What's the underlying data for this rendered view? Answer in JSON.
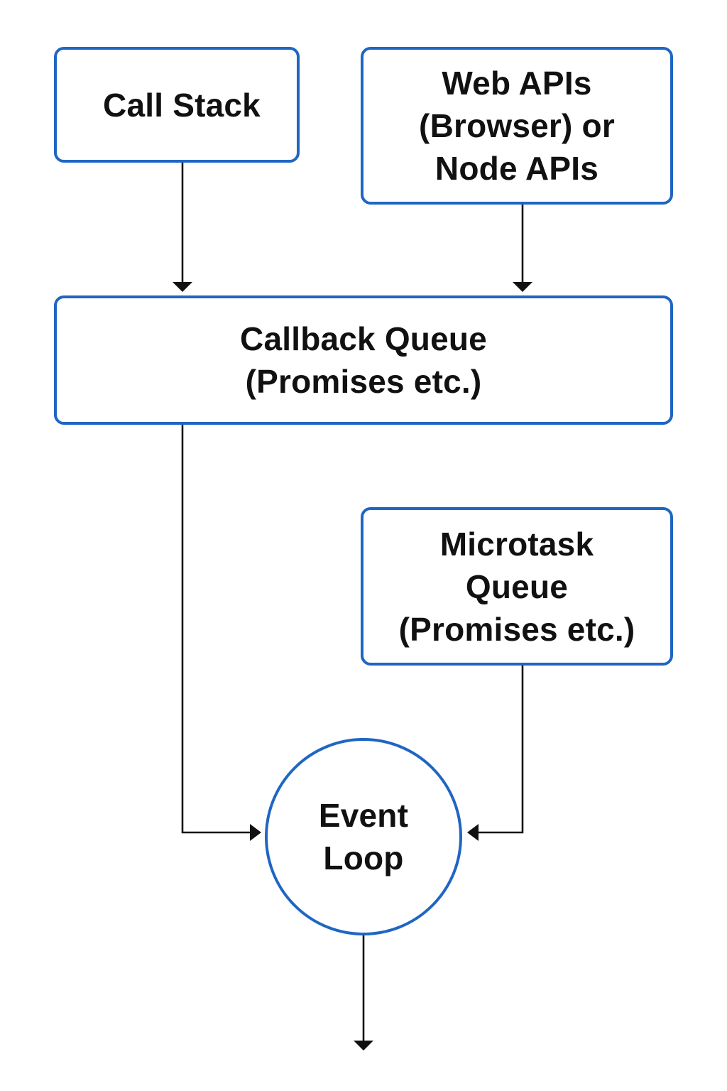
{
  "diagram": {
    "colors": {
      "node_border": "#1f66c3",
      "connector": "#111111",
      "text": "#111111",
      "background": "#ffffff"
    },
    "nodes": {
      "call_stack": {
        "label": "Call Stack",
        "shape": "rounded-rectangle"
      },
      "web_apis": {
        "label": "Web APIs\n(Browser) or\nNode APIs",
        "shape": "rounded-rectangle"
      },
      "callback_queue": {
        "label": "Callback Queue\n(Promises etc.)",
        "shape": "rounded-rectangle"
      },
      "microtask_queue": {
        "label": "Microtask\nQueue\n(Promises etc.)",
        "shape": "rounded-rectangle"
      },
      "event_loop": {
        "label": "Event\nLoop",
        "shape": "circle"
      }
    },
    "edges": [
      {
        "from": "call_stack",
        "to": "callback_queue"
      },
      {
        "from": "web_apis",
        "to": "callback_queue"
      },
      {
        "from": "callback_queue",
        "to": "event_loop"
      },
      {
        "from": "microtask_queue",
        "to": "event_loop"
      },
      {
        "from": "event_loop",
        "to": ""
      }
    ]
  }
}
